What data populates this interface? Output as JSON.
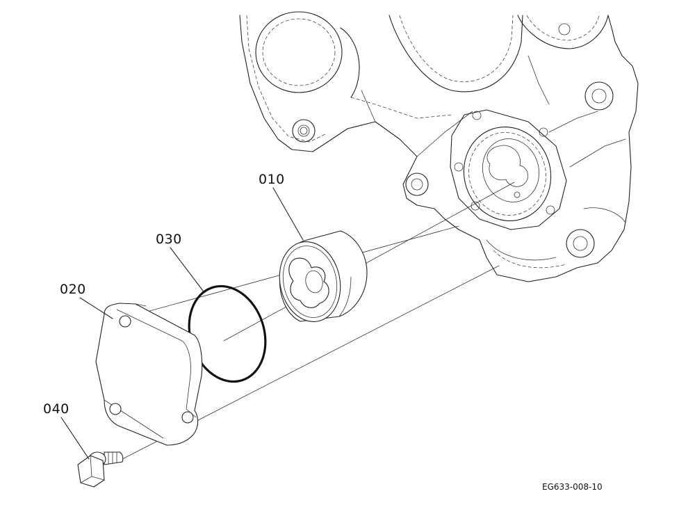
{
  "parts": [
    {
      "ref": "010",
      "name": "oil-pump-rotor"
    },
    {
      "ref": "020",
      "name": "pump-cover"
    },
    {
      "ref": "030",
      "name": "o-ring"
    },
    {
      "ref": "040",
      "name": "bolt"
    }
  ],
  "drawing_code": "EG633-008-10"
}
